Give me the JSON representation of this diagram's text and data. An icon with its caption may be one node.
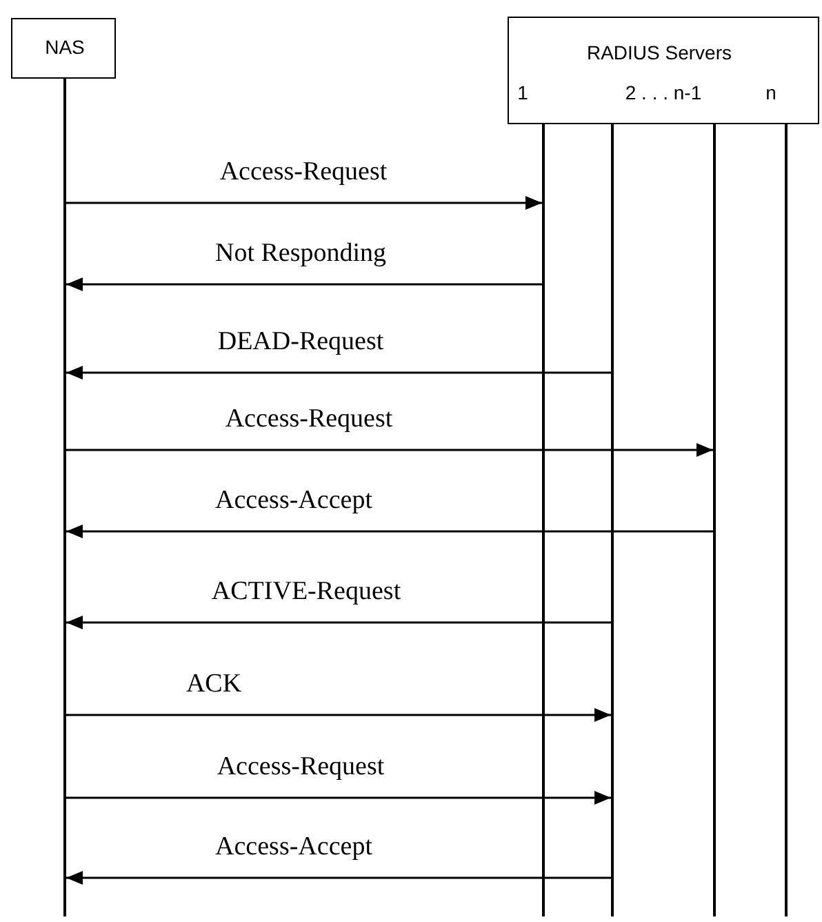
{
  "diagram": {
    "nodes": [
      {
        "text": [
          "NAS"
        ]
      },
      {
        "text": [
          "RADIUS Servers",
          "1",
          "2 . . . n-1",
          "n"
        ]
      },
      {
        "text": [],
        "shape": "bar"
      },
      {
        "text": [],
        "shape": "bar"
      },
      {
        "text": [],
        "shape": "bar"
      },
      {
        "text": [],
        "shape": "bar"
      },
      {
        "text": [],
        "shape": "bar"
      }
    ],
    "edges": [
      {
        "from": 2,
        "to": 3,
        "arrow": "to",
        "label": "Access-Request"
      },
      {
        "from": 3,
        "to": 2,
        "arrow": "to",
        "label": "Not Responding"
      },
      {
        "from": 4,
        "to": 2,
        "arrow": "to",
        "label": "DEAD-Request"
      },
      {
        "from": 2,
        "to": 5,
        "arrow": "to",
        "label": "Access-Request"
      },
      {
        "from": 5,
        "to": 2,
        "arrow": "to",
        "label": "Access-Accept"
      },
      {
        "from": 4,
        "to": 2,
        "arrow": "to",
        "label": "ACTIVE-Request"
      },
      {
        "from": 2,
        "to": 4,
        "arrow": "to",
        "label": "ACK"
      },
      {
        "from": 2,
        "to": 4,
        "arrow": "to",
        "label": "Access-Request"
      },
      {
        "from": 4,
        "to": 2,
        "arrow": "to",
        "label": "Access-Accept"
      }
    ]
  }
}
